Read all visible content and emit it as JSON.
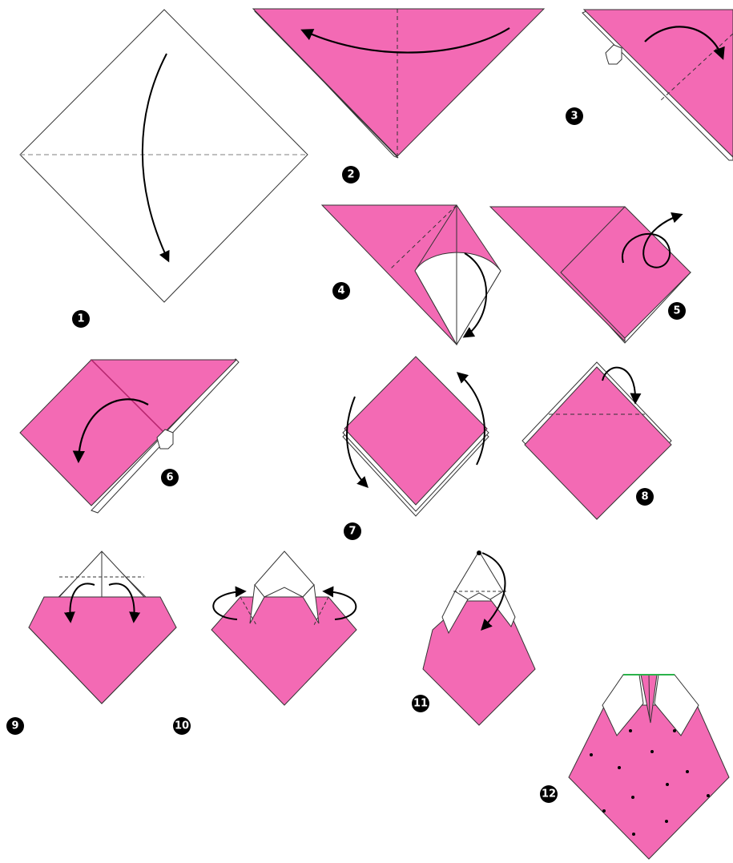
{
  "steps": [
    {
      "number": "1"
    },
    {
      "number": "2"
    },
    {
      "number": "3"
    },
    {
      "number": "4"
    },
    {
      "number": "5"
    },
    {
      "number": "6"
    },
    {
      "number": "7"
    },
    {
      "number": "8"
    },
    {
      "number": "9"
    },
    {
      "number": "10"
    },
    {
      "number": "11"
    },
    {
      "number": "12"
    }
  ],
  "colors": {
    "paper_front": "#f36ab4",
    "paper_back": "#ffffff",
    "outline": "#333333",
    "arrow": "#000000",
    "badge": "#000000",
    "fold_line": "#999999"
  }
}
